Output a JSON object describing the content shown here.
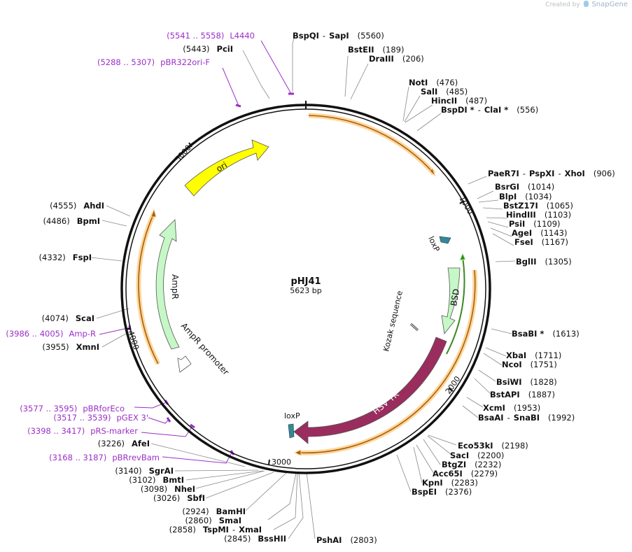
{
  "credit": {
    "prefix": "Created by",
    "brand": "SnapGene"
  },
  "plasmid": {
    "name": "pHJ41",
    "size_text": "5623 bp",
    "length": 5623
  },
  "colors": {
    "line": "#111111",
    "leader": "#888888",
    "primer": "#9b30c8",
    "ori": "#ffff00",
    "ampr": "#c6f7c6",
    "hsvtk": "#9a2d5e",
    "bsd": "#c6f7c6",
    "loxp": "#2f8a9a",
    "orf": "#a85e12",
    "orf_glow": "#ffd79a",
    "bsd_orf": "#3a8a1e"
  },
  "ticks": [
    "1000",
    "2000",
    "3000",
    "4000",
    "5000"
  ],
  "feature_labels": {
    "ori": "ori",
    "ampr": "AmpR",
    "ampr_promoter": "AmpR promoter",
    "bsd": "BSD",
    "hsvtk": "HSV TK",
    "kozak": "Kozak sequence",
    "loxp_right": "loxP",
    "loxp_bottom": "loxP"
  },
  "sites": [
    {
      "names": [
        "BspQI",
        "SapI"
      ],
      "pos": "(5560)"
    },
    {
      "names": [
        "BstEII"
      ],
      "pos": "(189)"
    },
    {
      "names": [
        "DraIII"
      ],
      "pos": "(206)"
    },
    {
      "names": [
        "NotI"
      ],
      "pos": "(476)"
    },
    {
      "names": [
        "SalI"
      ],
      "pos": "(485)"
    },
    {
      "names": [
        "HincII"
      ],
      "pos": "(487)"
    },
    {
      "names": [
        "BspDI *",
        "ClaI *"
      ],
      "pos": "(556)"
    },
    {
      "names": [
        "PaeR7I",
        "PspXI",
        "XhoI"
      ],
      "pos": "(906)"
    },
    {
      "names": [
        "BsrGI"
      ],
      "pos": "(1014)"
    },
    {
      "names": [
        "BlpI"
      ],
      "pos": "(1034)"
    },
    {
      "names": [
        "BstZ17I"
      ],
      "pos": "(1065)"
    },
    {
      "names": [
        "HindIII"
      ],
      "pos": "(1103)"
    },
    {
      "names": [
        "PsiI"
      ],
      "pos": "(1109)"
    },
    {
      "names": [
        "AgeI"
      ],
      "pos": "(1143)"
    },
    {
      "names": [
        "FseI"
      ],
      "pos": "(1167)"
    },
    {
      "names": [
        "BglII"
      ],
      "pos": "(1305)"
    },
    {
      "names": [
        "BsaBI *"
      ],
      "pos": "(1613)"
    },
    {
      "names": [
        "XbaI"
      ],
      "pos": "(1711)"
    },
    {
      "names": [
        "NcoI"
      ],
      "pos": "(1751)"
    },
    {
      "names": [
        "BsiWI"
      ],
      "pos": "(1828)"
    },
    {
      "names": [
        "BstAPI"
      ],
      "pos": "(1887)"
    },
    {
      "names": [
        "XcmI"
      ],
      "pos": "(1953)"
    },
    {
      "names": [
        "BsaAI",
        "SnaBI"
      ],
      "pos": "(1992)"
    },
    {
      "names": [
        "Eco53kI"
      ],
      "pos": "(2198)"
    },
    {
      "names": [
        "SacI"
      ],
      "pos": "(2200)"
    },
    {
      "names": [
        "BtgZI"
      ],
      "pos": "(2232)"
    },
    {
      "names": [
        "Acc65I"
      ],
      "pos": "(2279)"
    },
    {
      "names": [
        "KpnI"
      ],
      "pos": "(2283)"
    },
    {
      "names": [
        "BspEI"
      ],
      "pos": "(2376)"
    },
    {
      "names": [
        "PshAI"
      ],
      "pos": "(2803)"
    },
    {
      "names": [
        "BssHII"
      ],
      "pos": "(2845)"
    },
    {
      "names": [
        "TspMI",
        "XmaI"
      ],
      "pos": "(2858)"
    },
    {
      "names": [
        "SmaI"
      ],
      "pos": "(2860)"
    },
    {
      "names": [
        "BamHI"
      ],
      "pos": "(2924)"
    },
    {
      "names": [
        "SbfI"
      ],
      "pos": "(3026)"
    },
    {
      "names": [
        "NheI"
      ],
      "pos": "(3098)"
    },
    {
      "names": [
        "BmtI"
      ],
      "pos": "(3102)"
    },
    {
      "names": [
        "SgrAI"
      ],
      "pos": "(3140)"
    },
    {
      "names": [
        "AfeI"
      ],
      "pos": "(3226)"
    },
    {
      "names": [
        "XmnI"
      ],
      "pos": "(3955)"
    },
    {
      "names": [
        "ScaI"
      ],
      "pos": "(4074)"
    },
    {
      "names": [
        "FspI"
      ],
      "pos": "(4332)"
    },
    {
      "names": [
        "BpmI"
      ],
      "pos": "(4486)"
    },
    {
      "names": [
        "AhdI"
      ],
      "pos": "(4555)"
    },
    {
      "names": [
        "PciI"
      ],
      "pos": "(5443)"
    }
  ],
  "primers": [
    {
      "range": "(5541 .. 5558)",
      "name": "L4440"
    },
    {
      "range": "(5288 .. 5307)",
      "name": "pBR322ori-F"
    },
    {
      "range": "(3986 .. 4005)",
      "name": "Amp-R"
    },
    {
      "range": "(3577 .. 3595)",
      "name": "pBRforEco"
    },
    {
      "range": "(3517 .. 3539)",
      "name": "pGEX 3'"
    },
    {
      "range": "(3398 .. 3417)",
      "name": "pRS-marker"
    },
    {
      "range": "(3168 .. 3187)",
      "name": "pBRrevBam"
    }
  ]
}
